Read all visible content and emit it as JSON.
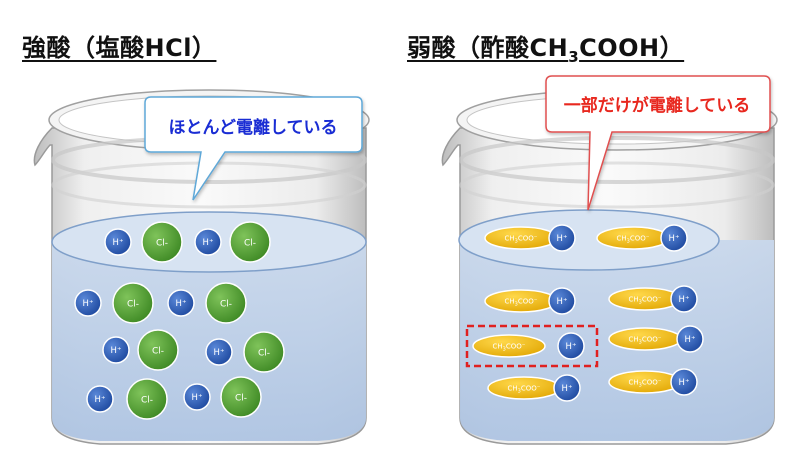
{
  "titles": {
    "left": "強酸（塩酸HCl）",
    "right_prefix": "弱酸（酢酸CH",
    "right_sub": "3",
    "right_suffix": "COOH）"
  },
  "callouts": {
    "left": "ほとんど電離している",
    "right": "一部だけが電離している"
  },
  "ions": {
    "h": "H⁺",
    "cl": "Cl-",
    "acetate_prefix": "CH",
    "acetate_sub": "3",
    "acetate_suffix": "COO⁻"
  },
  "colors": {
    "h_ion": "#2f5fb8",
    "cl_ion": "#5aa33a",
    "acetate_ion": "#f2b800",
    "water": "#c5d5ea",
    "callout_left_text": "#1a2dd4",
    "callout_right_text": "#e8281f",
    "highlight_box": "#e02020"
  }
}
